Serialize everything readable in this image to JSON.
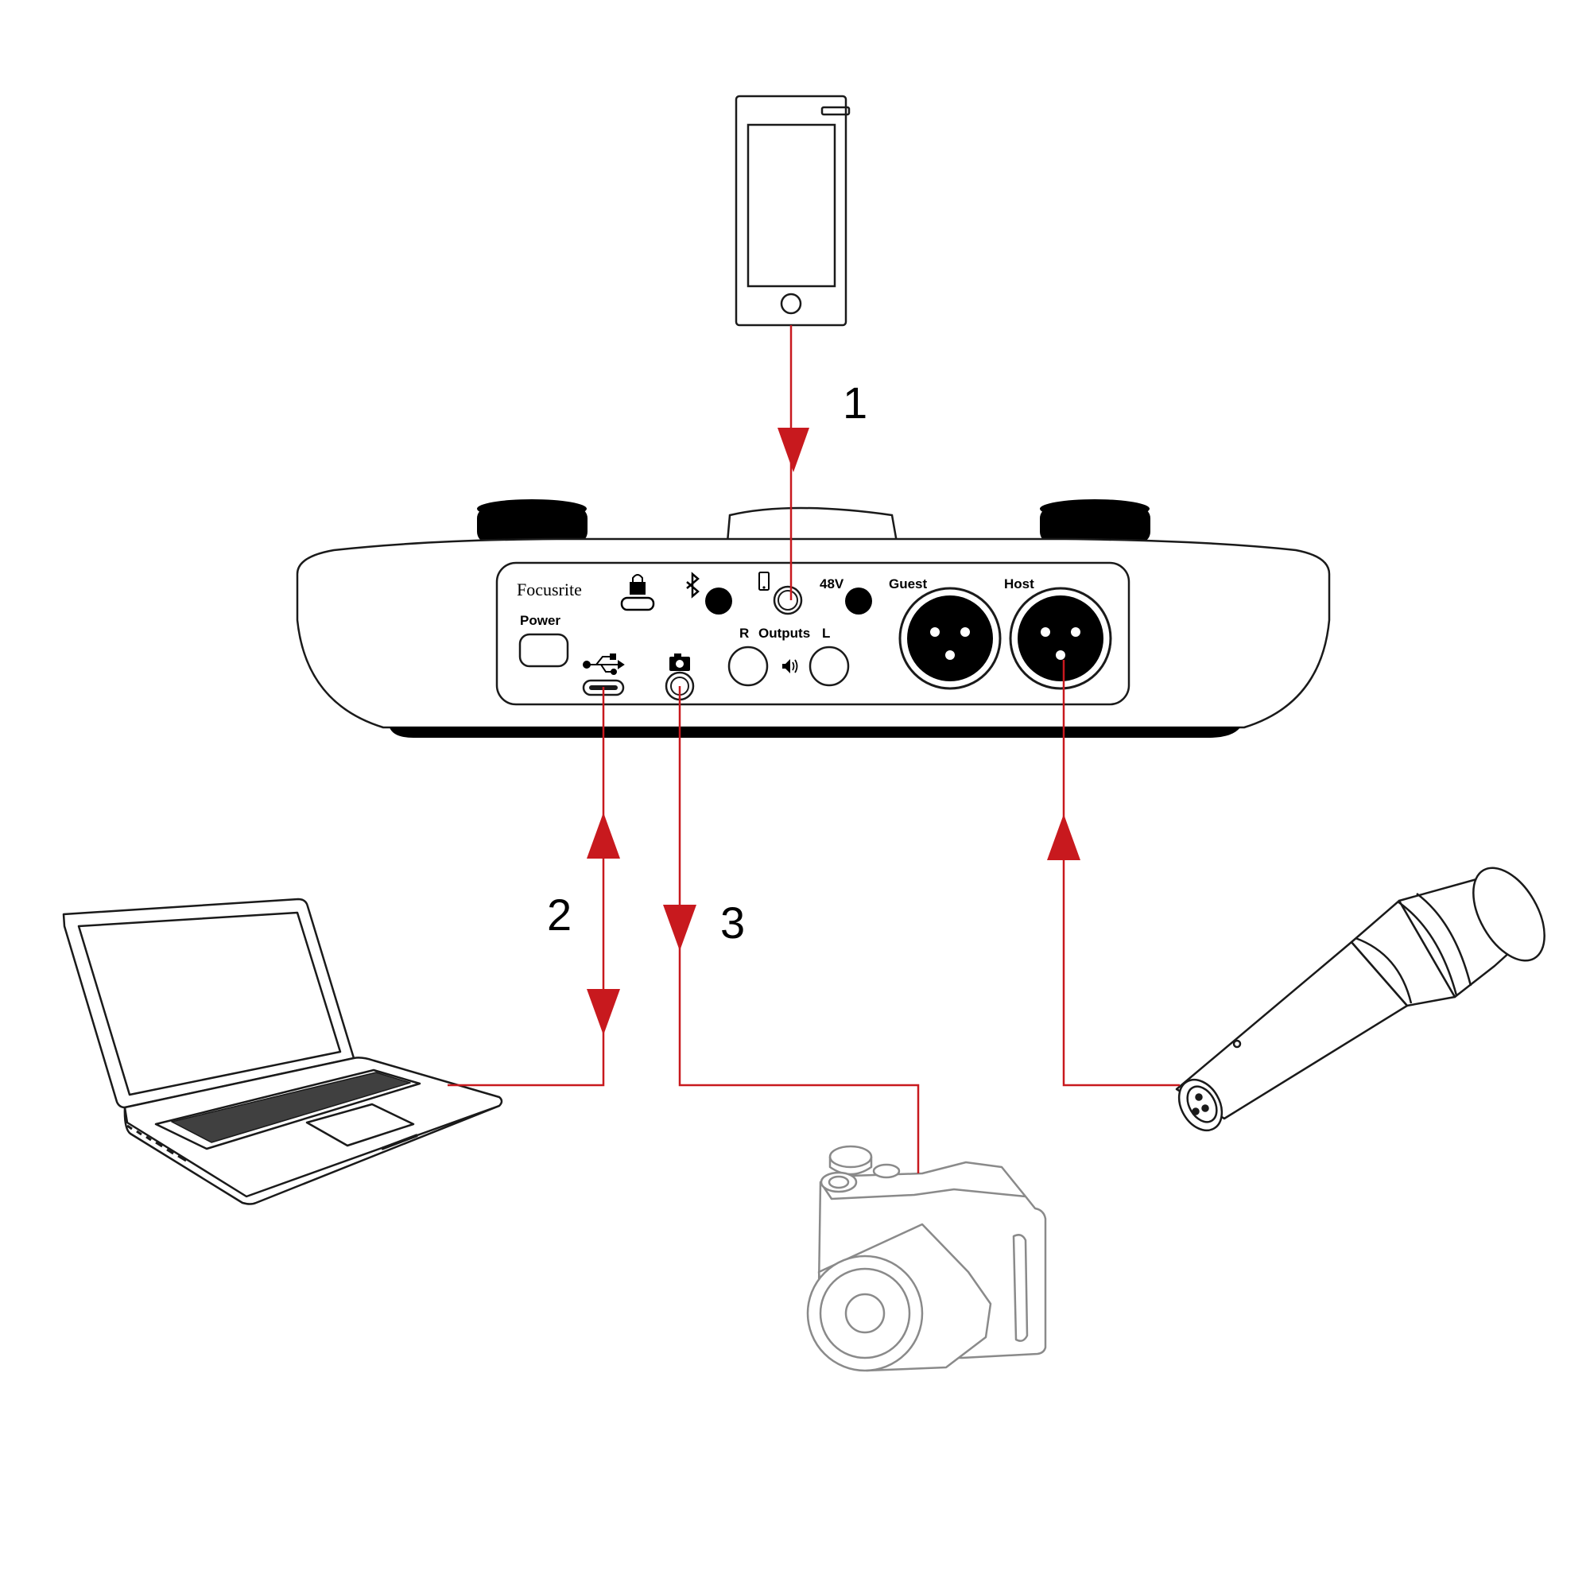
{
  "device": {
    "brand": "Focusrite",
    "power_label": "Power",
    "phantom_label": "48V",
    "guest_label": "Guest",
    "host_label": "Host",
    "outputs_label": "Outputs",
    "right_label": "R",
    "left_label": "L"
  },
  "connections": [
    {
      "number": "1",
      "direction": "down"
    },
    {
      "number": "2",
      "direction": "both"
    },
    {
      "number": "3",
      "direction": "down"
    },
    {
      "number": "",
      "direction": "up"
    }
  ],
  "colors": {
    "cable": "#c8191e",
    "outline": "#1a1a1a",
    "keyboard": "#404040",
    "knob": "#000000"
  },
  "icons": [
    "phone-icon",
    "laptop-icon",
    "camera-icon",
    "microphone-icon",
    "kensington-lock-icon",
    "bluetooth-icon",
    "usb-icon",
    "speaker-icon"
  ]
}
